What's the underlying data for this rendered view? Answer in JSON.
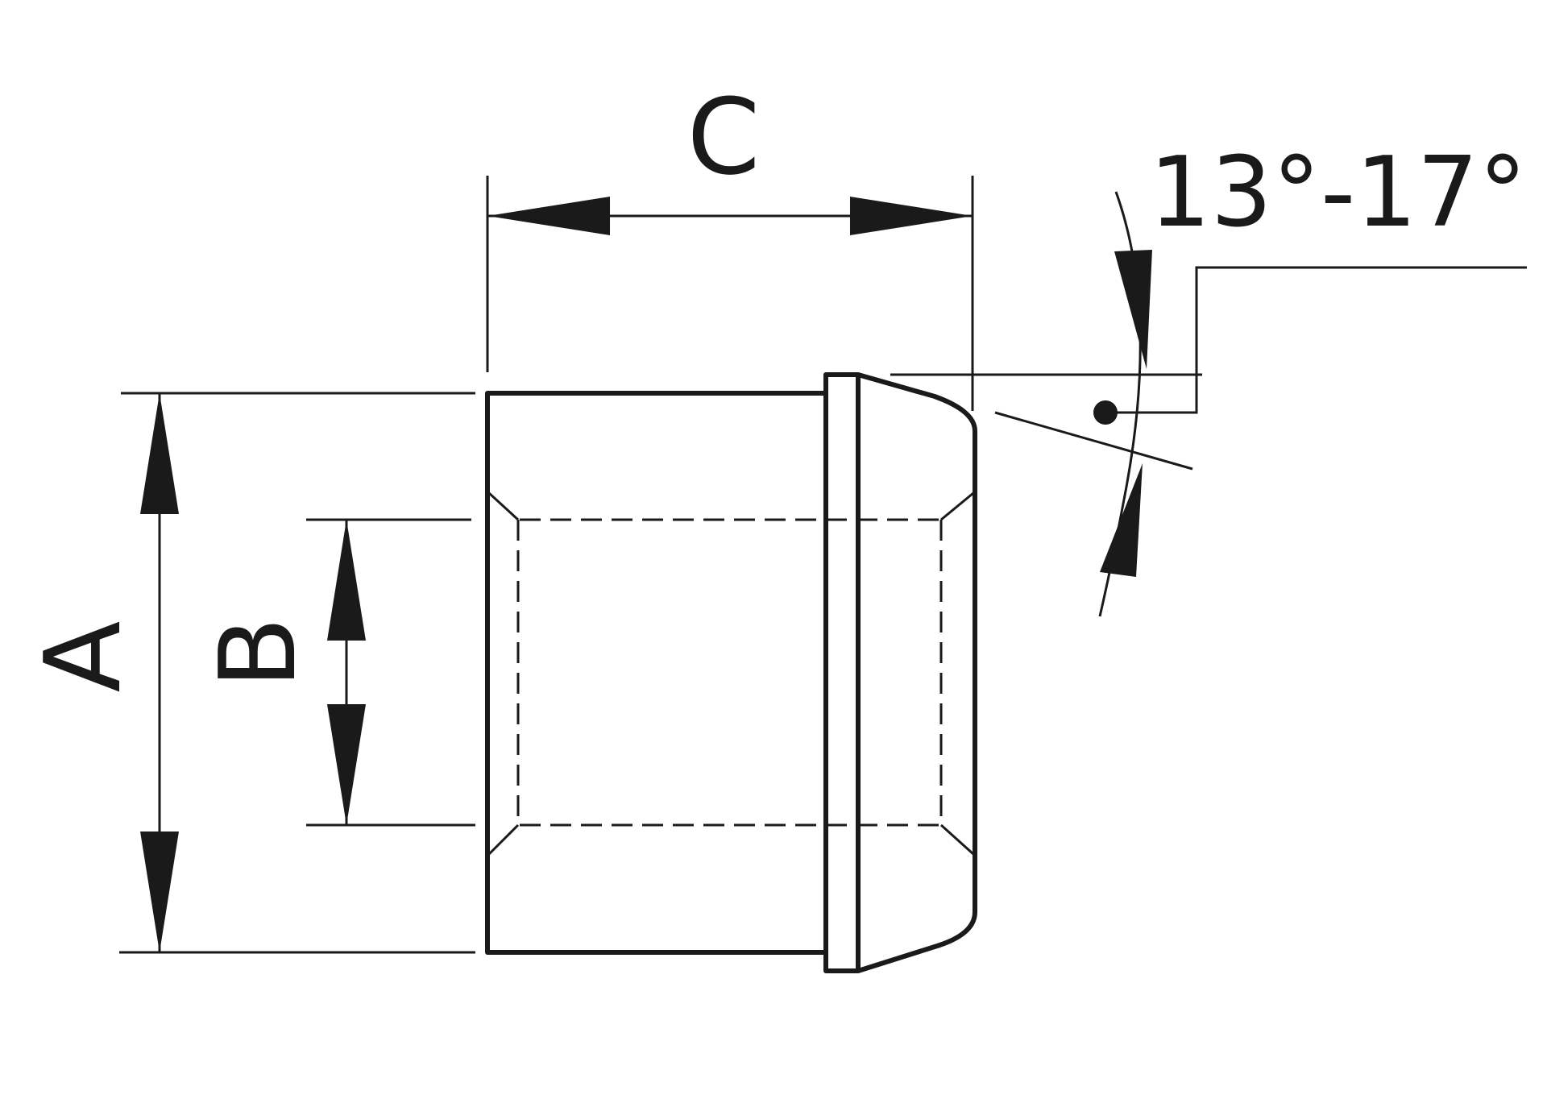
{
  "dimensions": {
    "A": "A",
    "B": "B",
    "C": "C"
  },
  "angle": {
    "label": "13°-17°"
  },
  "colors": {
    "ink": "#1a1a1a",
    "background": "#ffffff"
  }
}
